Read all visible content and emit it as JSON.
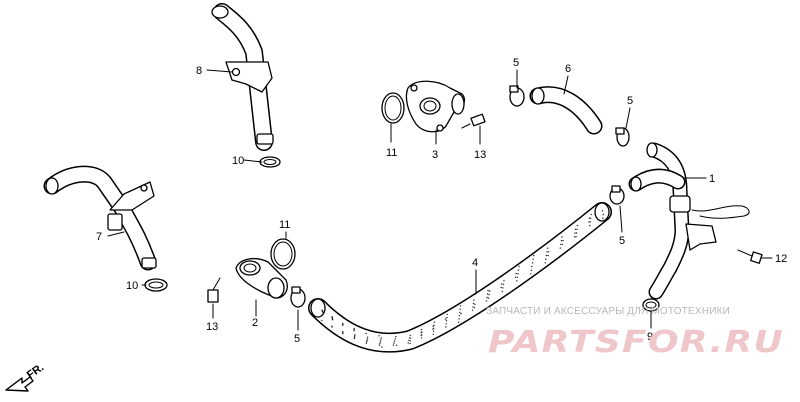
{
  "callouts": [
    "1",
    "2",
    "3",
    "4",
    "5",
    "5",
    "5",
    "5",
    "6",
    "7",
    "8",
    "9",
    "10",
    "10",
    "11",
    "11",
    "12",
    "13",
    "13"
  ],
  "watermark": {
    "line": "ЗАПЧАСТИ И АКСЕССУАРЫ ДЛЯ МОТОТЕХНИКИ",
    "logo": "PARTSFOR.RU"
  },
  "direction_label": "FR."
}
